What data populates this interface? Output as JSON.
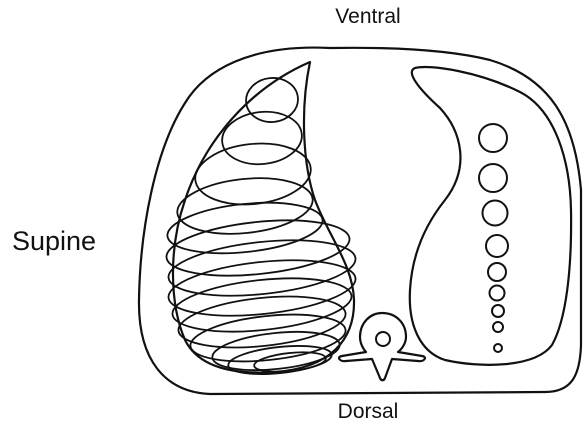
{
  "labels": {
    "top": "Ventral",
    "bottom": "Dorsal",
    "position": "Supine"
  },
  "colors": {
    "ink": "#111111",
    "background": "#ffffff"
  },
  "left_lung": {
    "loop_count": 14
  },
  "right_lung": {
    "circle_count": 9
  }
}
